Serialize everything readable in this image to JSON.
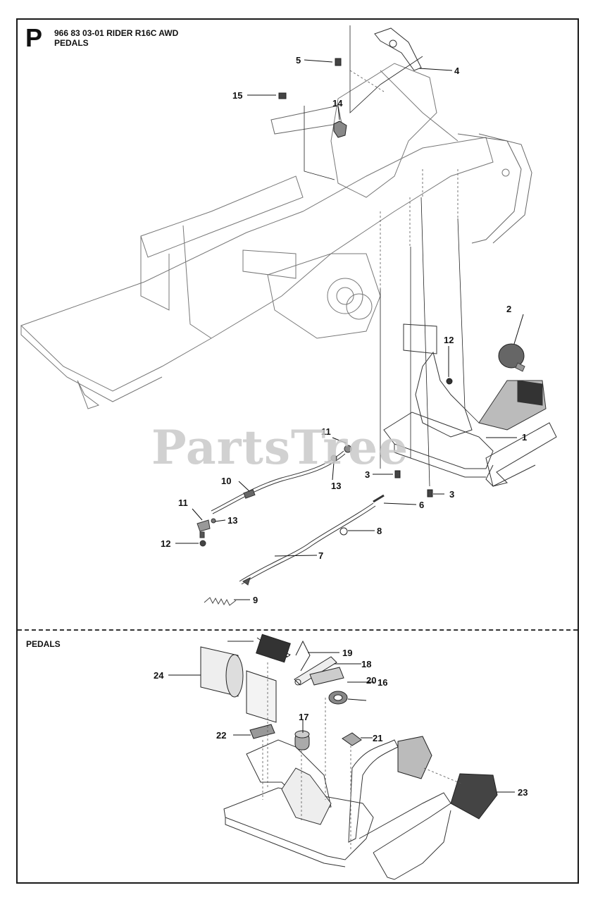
{
  "header": {
    "section_letter": "P",
    "title_line1": "966 83 03-01 RIDER R16C AWD",
    "title_line2": "PEDALS"
  },
  "subsection": {
    "title": "PEDALS"
  },
  "watermark": "PartsTree",
  "callouts": {
    "c1": "1",
    "c2": "2",
    "c3a": "3",
    "c3b": "3",
    "c4": "4",
    "c5": "5",
    "c6": "6",
    "c7": "7",
    "c8": "8",
    "c9": "9",
    "c10": "10",
    "c11a": "11",
    "c11b": "11",
    "c12a": "12",
    "c12b": "12",
    "c13a": "13",
    "c13b": "13",
    "c14": "14",
    "c15": "15",
    "c16": "16",
    "c17": "17",
    "c18": "18",
    "c19": "19",
    "c20": "20",
    "c21": "21",
    "c22": "22",
    "c23": "23",
    "c24": "24"
  }
}
